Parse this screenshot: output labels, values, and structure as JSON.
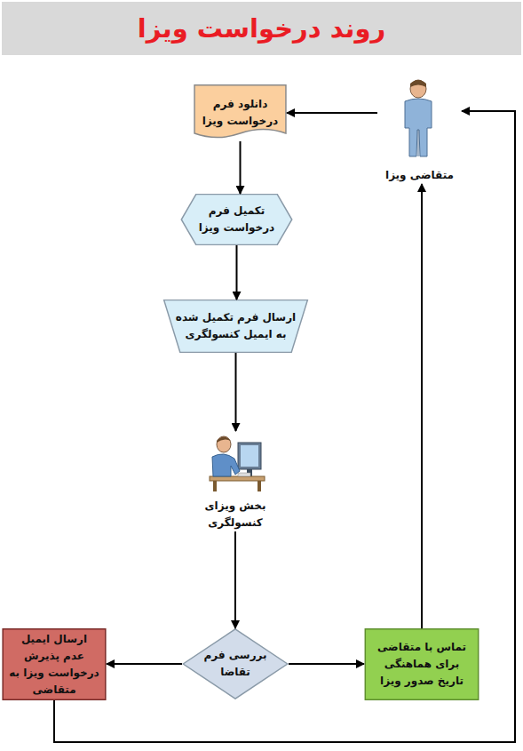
{
  "diagram": {
    "title": "روند درخواست ویزا",
    "nodes": [
      {
        "text": [
          "متقاضی ویزا"
        ]
      },
      {
        "text": [
          "دانلود فرم درخواست ویزا"
        ]
      },
      {
        "text": [
          "تکمیل فرم درخواست ویزا"
        ]
      },
      {
        "text": [
          "ارسال فرم تکمیل شده به ایمیل کنسولگری"
        ]
      },
      {
        "text": [
          "بخش ویزای کنسولگری"
        ]
      },
      {
        "text": [
          "بررسی فرم تقاضا"
        ]
      },
      {
        "text": [
          "ارسال ایمیل عدم پذیرش درخواست ویزا به متقاضی"
        ]
      },
      {
        "text": [
          "تماس با متقاضی برای هماهنگی تاریخ صدور ویزا"
        ]
      }
    ],
    "edges": [
      {
        "from": 0,
        "to": 1,
        "arrow": "to"
      },
      {
        "from": 1,
        "to": 2,
        "arrow": "to"
      },
      {
        "from": 2,
        "to": 3,
        "arrow": "to"
      },
      {
        "from": 3,
        "to": 4,
        "arrow": "to"
      },
      {
        "from": 4,
        "to": 5,
        "arrow": "to"
      },
      {
        "from": 5,
        "to": 6,
        "arrow": "to"
      },
      {
        "from": 5,
        "to": 7,
        "arrow": "to"
      },
      {
        "from": 7,
        "to": 0,
        "arrow": "to"
      },
      {
        "from": 6,
        "to": 0,
        "arrow": "to"
      }
    ]
  }
}
